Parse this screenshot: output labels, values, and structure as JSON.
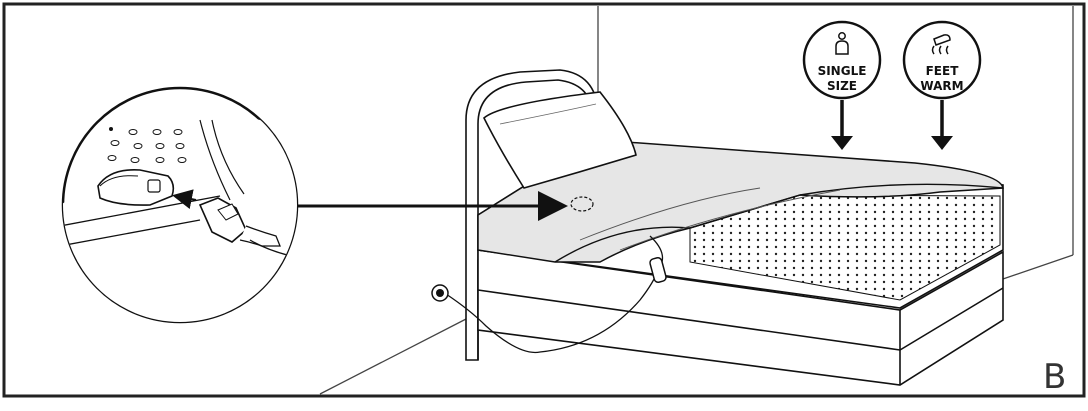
{
  "badges": {
    "single_size": {
      "line1": "SINGLE",
      "line2": "SIZE",
      "icon": "person-icon"
    },
    "feet_warm": {
      "line1": "FEET",
      "line2": "WARM",
      "icon": "warm-foot-icon"
    }
  },
  "panel_label": "B"
}
